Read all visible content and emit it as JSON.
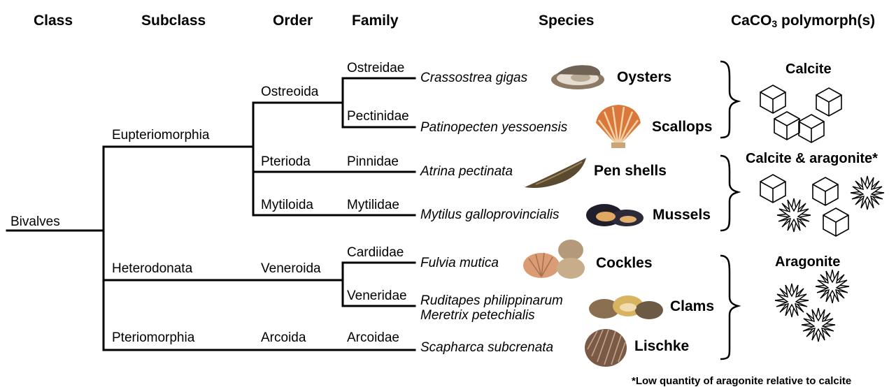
{
  "headers": {
    "class": "Class",
    "subclass": "Subclass",
    "order": "Order",
    "family": "Family",
    "species": "Species",
    "polymorph_prefix": "CaCO",
    "polymorph_sub": "3",
    "polymorph_suffix": " polymorph(s)"
  },
  "class_label": "Bivalves",
  "subclasses": [
    "Eupteriomorphia",
    "Heterodonata",
    "Pteriomorphia"
  ],
  "orders": [
    "Ostreoida",
    "Pterioda",
    "Mytiloida",
    "Veneroida",
    "Arcoida"
  ],
  "families": [
    "Ostreidae",
    "Pectinidae",
    "Pinnidae",
    "Mytilidae",
    "Cardiidae",
    "Veneridae",
    "Arcoidae"
  ],
  "species": [
    "Crassostrea gigas",
    "Patinopecten yessoensis",
    "Atrina pectinata",
    "Mytilus galloprovincialis",
    "Fulvia mutica",
    "Ruditapes philippinarum",
    "Meretrix petechialis",
    "Scapharca subcrenata"
  ],
  "common_names": [
    "Oysters",
    "Scallops",
    "Pen shells",
    "Mussels",
    "Cockles",
    "Clams",
    "Lischke"
  ],
  "polymorphs": [
    "Calcite",
    "Calcite & aragonite*",
    "Aragonite"
  ],
  "footnote": "*Low quantity of aragonite relative to calcite"
}
